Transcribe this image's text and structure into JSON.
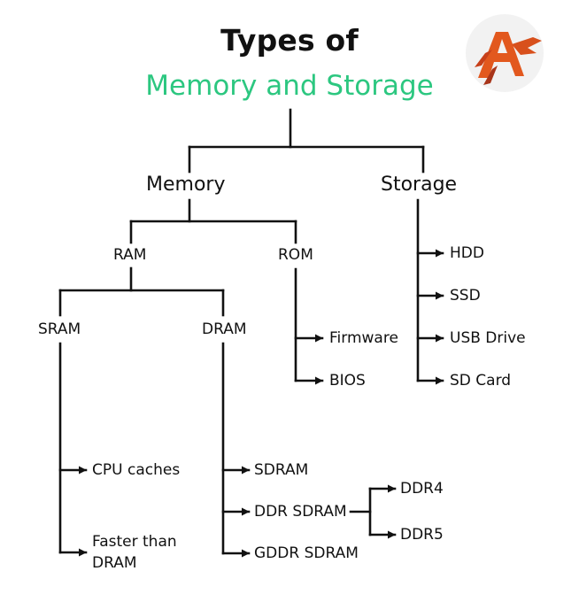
{
  "title": {
    "line1": "Types of",
    "line2": "Memory and Storage"
  },
  "colors": {
    "accent": "#2cc780",
    "line": "#111111",
    "logo": "#e2581e"
  },
  "logo": {
    "icon": "flaming-a-logo-icon"
  },
  "nodes": {
    "memory": "Memory",
    "storage": "Storage",
    "ram": "RAM",
    "rom": "ROM",
    "sram": "SRAM",
    "dram": "DRAM",
    "hdd": "HDD",
    "ssd": "SSD",
    "usb_drive": "USB Drive",
    "sd_card": "SD Card",
    "firmware": "Firmware",
    "bios": "BIOS",
    "cpu_caches": "CPU caches",
    "faster_than_dram_1": "Faster than",
    "faster_than_dram_2": "DRAM",
    "sdram": "SDRAM",
    "ddr_sdram": "DDR SDRAM",
    "gddr_sdram": "GDDR SDRAM",
    "ddr4": "DDR4",
    "ddr5": "DDR5"
  }
}
